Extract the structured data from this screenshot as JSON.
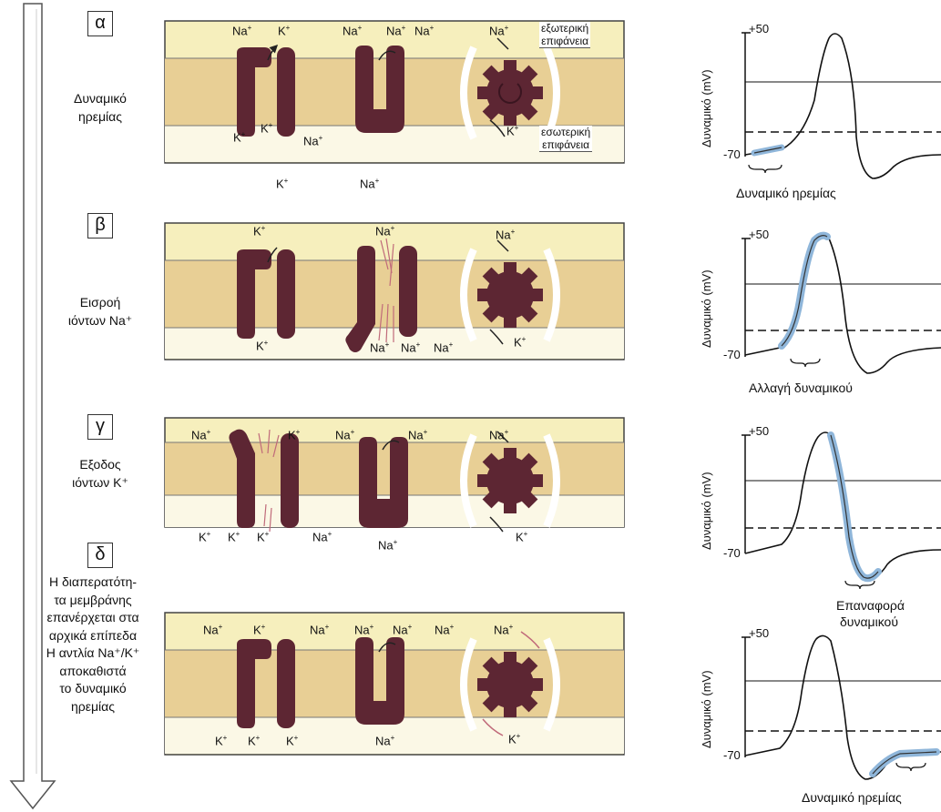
{
  "stages": [
    {
      "letter": "α",
      "desc": [
        "Δυναμικό",
        "ηρεμίας"
      ]
    },
    {
      "letter": "β",
      "desc": [
        "Εισροή",
        "ιόντων Na⁺"
      ]
    },
    {
      "letter": "γ",
      "desc": [
        "Εξοδος",
        "ιόντων K⁺"
      ]
    },
    {
      "letter": "δ",
      "desc": [
        "Η διαπερατότη-",
        "τα μεμβράνης",
        "επανέρχεται στα",
        "αρχικά επίπεδα",
        "Η αντλία Na⁺/K⁺",
        "αποκαθιστά",
        "το δυναμικό",
        "ηρεμίας"
      ]
    }
  ],
  "membrane": {
    "outer_label": [
      "εξωτερική",
      "επιφάνεια"
    ],
    "inner_label": [
      "εσωτερική",
      "επιφάνεια"
    ]
  },
  "ions": {
    "na": "Na",
    "k": "K",
    "plus": "+"
  },
  "graphs": {
    "ylabel": "Δυναμικό (mV)",
    "top_tick": "+50",
    "bottom_tick": "-70",
    "captions": [
      "Δυναμικό ηρεμίας",
      "Αλλαγή δυναμικού",
      "Επαναφορά δυναμικού",
      "Δυναμικό ηρεμίας"
    ]
  },
  "colors": {
    "membrane": "#e8cf95",
    "extracellular": "#f6efbd",
    "intracellular": "#fbf8e6",
    "protein": "#5d2633",
    "highlight": "#8fb6da",
    "arrow": "#c06a7a"
  }
}
